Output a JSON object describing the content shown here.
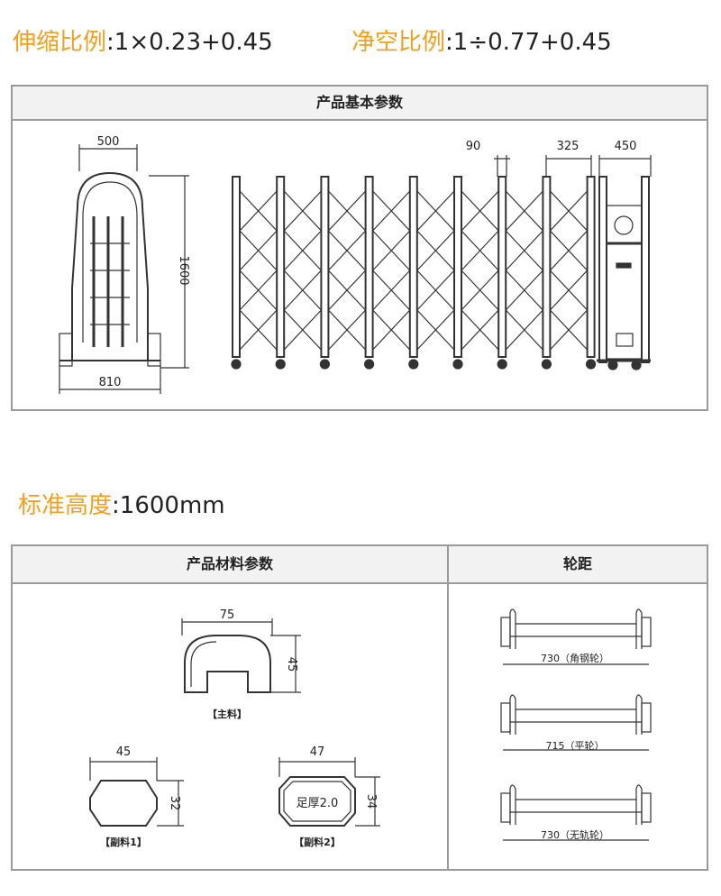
{
  "header": {
    "stretch_label": "伸缩比例",
    "stretch_value": ":1×0.23+0.45",
    "clear_label": "净空比例",
    "clear_value": ":1÷0.77+0.45"
  },
  "basic_params": {
    "title": "产品基本参数",
    "dims": {
      "top_width": "500",
      "height": "1600",
      "base_width": "810",
      "post_gap": "90",
      "post_gap2": "325",
      "motor_width": "450"
    }
  },
  "standard_height": {
    "label": "标准高度",
    "value": ":1600mm"
  },
  "material_params": {
    "title": "产品材料参数",
    "main": {
      "width": "75",
      "height": "45",
      "label": "【主料】"
    },
    "sub1": {
      "width": "45",
      "height": "32",
      "label": "【副料1】"
    },
    "sub2": {
      "width": "47",
      "height": "34",
      "inner": "足厚2.0",
      "label": "【副料2】"
    }
  },
  "wheelbase": {
    "title": "轮距",
    "items": [
      {
        "label": "730（角钢轮）"
      },
      {
        "label": "715（平轮）"
      },
      {
        "label": "730（无轨轮）"
      }
    ]
  }
}
